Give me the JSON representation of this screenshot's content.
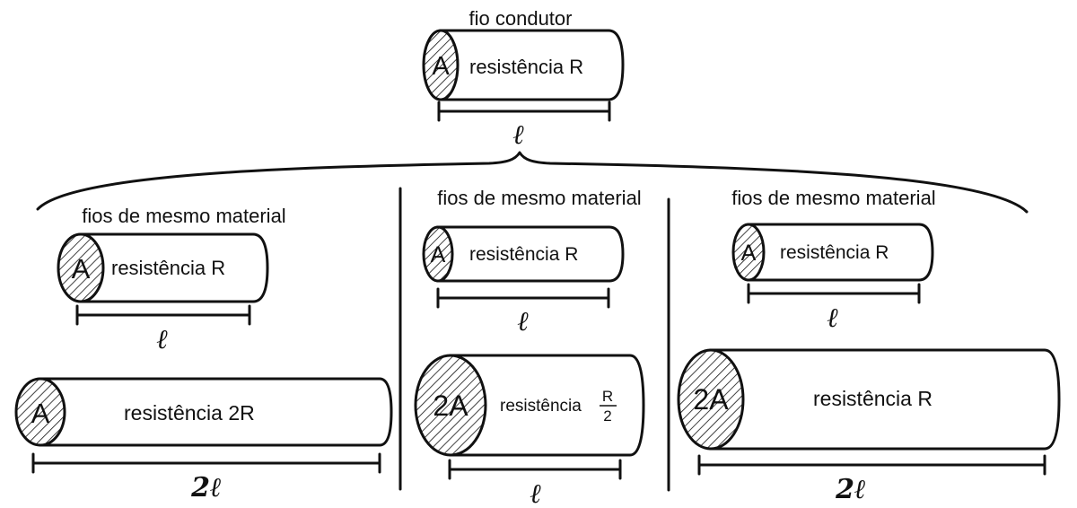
{
  "top": {
    "caption": "fio condutor",
    "area_label": "A",
    "resistance_label": "resistência R",
    "length_label": "ℓ"
  },
  "groups": [
    {
      "caption": "fios de mesmo material",
      "wire1": {
        "area_label": "A",
        "resistance_label": "resistência R",
        "length_label": "ℓ"
      },
      "wire2": {
        "area_label": "A",
        "resistance_label": "resistência 2R",
        "length_label": "2ℓ"
      }
    },
    {
      "caption": "fios de mesmo material",
      "wire1": {
        "area_label": "A",
        "resistance_label": "resistência R",
        "length_label": "ℓ"
      },
      "wire2": {
        "area_label": "2A",
        "resistance_prefix": "resistência",
        "fraction_num": "R",
        "fraction_den": "2",
        "length_label": "ℓ"
      }
    },
    {
      "caption": "fios de mesmo material",
      "wire1": {
        "area_label": "A",
        "resistance_label": "resistência R",
        "length_label": "ℓ"
      },
      "wire2": {
        "area_label": "2A",
        "resistance_label": "resistência R",
        "length_label": "2ℓ"
      }
    }
  ]
}
